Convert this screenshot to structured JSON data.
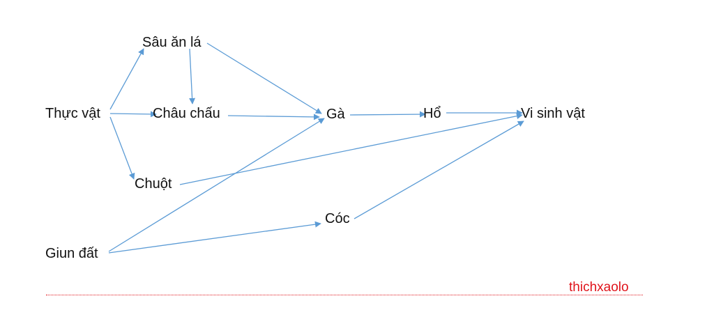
{
  "diagram": {
    "nodes": [
      {
        "id": "thuc-vat",
        "label": "Thực vật"
      },
      {
        "id": "sau-an-la",
        "label": "Sâu ăn lá"
      },
      {
        "id": "chau-chau",
        "label": "Châu chấu"
      },
      {
        "id": "chuot",
        "label": "Chuột"
      },
      {
        "id": "giun-dat",
        "label": "Giun đất"
      },
      {
        "id": "ga",
        "label": "Gà"
      },
      {
        "id": "ho",
        "label": "Hổ"
      },
      {
        "id": "coc",
        "label": "Cóc"
      },
      {
        "id": "vi-sinh-vat",
        "label": "Vi sinh vật"
      }
    ],
    "edges": [
      {
        "from": "thuc-vat",
        "to": "sau-an-la"
      },
      {
        "from": "thuc-vat",
        "to": "chau-chau"
      },
      {
        "from": "thuc-vat",
        "to": "chuot"
      },
      {
        "from": "sau-an-la",
        "to": "chau-chau"
      },
      {
        "from": "sau-an-la",
        "to": "ga"
      },
      {
        "from": "chau-chau",
        "to": "ga"
      },
      {
        "from": "giun-dat",
        "to": "ga"
      },
      {
        "from": "giun-dat",
        "to": "coc"
      },
      {
        "from": "ga",
        "to": "ho"
      },
      {
        "from": "ho",
        "to": "vi-sinh-vat"
      },
      {
        "from": "chuot",
        "to": "vi-sinh-vat"
      },
      {
        "from": "coc",
        "to": "vi-sinh-vat"
      }
    ],
    "edge_color": "#5b9bd5"
  },
  "watermark": {
    "text": "thichxaolo",
    "color": "#e0131b"
  }
}
